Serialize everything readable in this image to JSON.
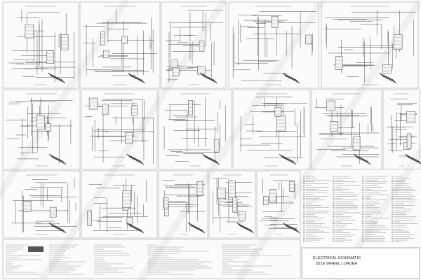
{
  "title_block": {
    "line1": "ELECTRICAL SCHEMATIC",
    "line2": "821E WHEEL LOADER"
  },
  "panels": [
    {
      "id": "p1",
      "label": "",
      "label_legible": false
    },
    {
      "id": "p2",
      "label": "",
      "label_legible": false
    },
    {
      "id": "p3",
      "label": "",
      "label_legible": false
    },
    {
      "id": "p4",
      "label": "",
      "label_legible": false
    },
    {
      "id": "p5",
      "label": "",
      "label_legible": false
    },
    {
      "id": "p6",
      "label": "",
      "label_legible": false
    },
    {
      "id": "p7",
      "label": "",
      "label_legible": false
    },
    {
      "id": "p8",
      "label": "",
      "label_legible": false
    },
    {
      "id": "p9",
      "label": "",
      "label_legible": false
    },
    {
      "id": "p10",
      "label": "",
      "label_legible": false
    },
    {
      "id": "p11",
      "label": "",
      "label_legible": false
    },
    {
      "id": "p12",
      "label": "",
      "label_legible": false
    },
    {
      "id": "p13",
      "label": "",
      "label_legible": false
    },
    {
      "id": "p14",
      "label": "",
      "label_legible": false
    },
    {
      "id": "p15",
      "label": "",
      "label_legible": false
    },
    {
      "id": "p16",
      "label": "",
      "label_legible": false
    }
  ],
  "colors": {
    "line": "#3a3a3a",
    "line_light": "#8a8a8a",
    "panel_border": "#9a9a9a",
    "background": "#fbfbfa",
    "watermark": "#e6e6e6"
  }
}
